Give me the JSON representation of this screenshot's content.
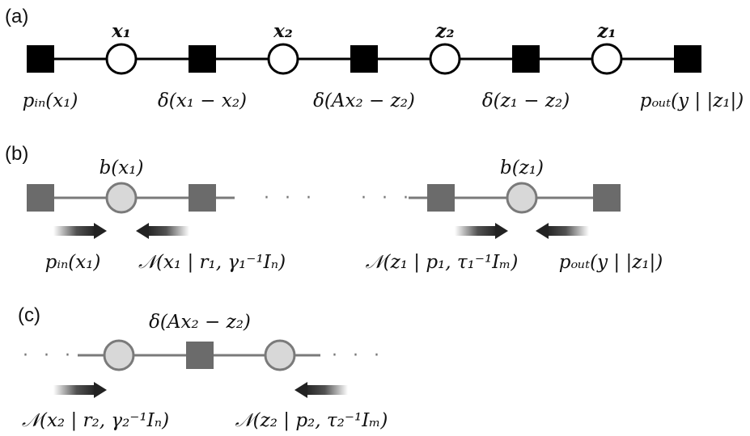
{
  "panels": {
    "a": {
      "label": "(a)",
      "variables": [
        "x₁",
        "x₂",
        "z₂",
        "z₁"
      ],
      "factors": [
        "pᵢₙ(x₁)",
        "δ(x₁ − x₂)",
        "δ(Ax₂ − z₂)",
        "δ(z₁ − z₂)",
        "pₒᵤₜ(y | |z₁|)"
      ]
    },
    "b": {
      "label": "(b)",
      "beliefs": [
        "b(x₁)",
        "b(z₁)"
      ],
      "messages": [
        "pᵢₙ(x₁)",
        "𝒩(x₁ | r₁, γ₁⁻¹Iₙ)",
        "𝒩(z₁ | p₁, τ₁⁻¹Iₘ)",
        "pₒᵤₜ(y | |z₁|)"
      ],
      "ellipsis": "· · ·"
    },
    "c": {
      "label": "(c)",
      "factor": "δ(Ax₂ − z₂)",
      "messages": [
        "𝒩(x₂ | r₂, γ₂⁻¹Iₙ)",
        "𝒩(z₂ | p₂, τ₂⁻¹Iₘ)"
      ],
      "ellipsis": "· · ·"
    }
  },
  "colors": {
    "dark_node": "#000000",
    "grey_factor": "#6b6b6b",
    "grey_variable_fill": "#d8d8d8",
    "grey_edge": "#7a7a7a",
    "arrow": "#333333"
  }
}
